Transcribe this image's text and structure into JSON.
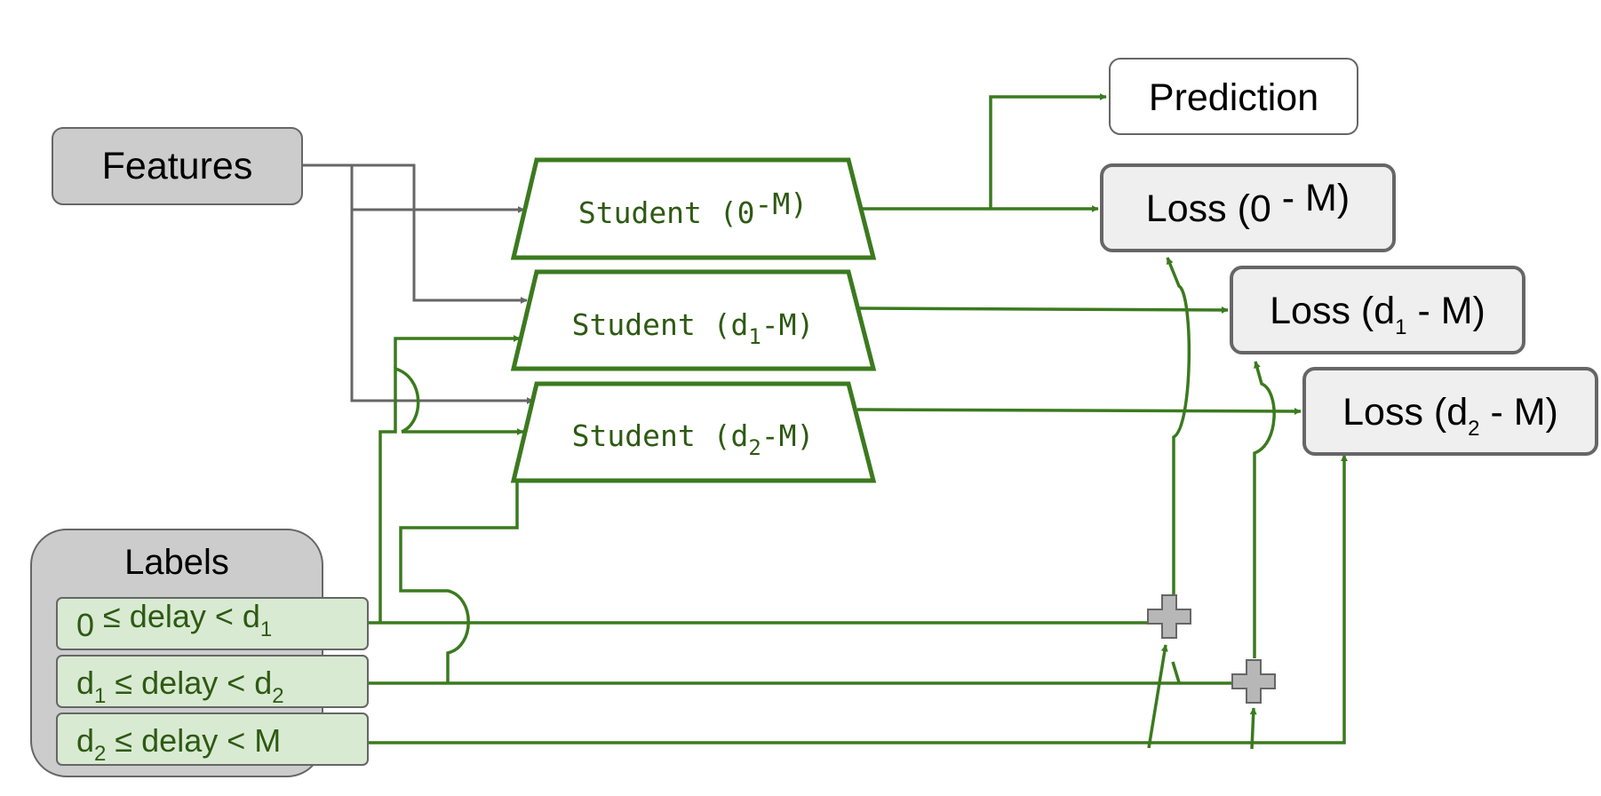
{
  "colors": {
    "green": "#3b7a1e",
    "gray_line": "#666666",
    "features_fill": "#cccccc",
    "loss_fill": "#efefef",
    "label_fill": "#d9ead3",
    "labels_panel_fill": "#cccccc",
    "plus_fill": "#b7b7b7"
  },
  "features": {
    "label": "Features"
  },
  "prediction": {
    "label": "Prediction"
  },
  "students": [
    {
      "prefix": "Student (",
      "var": "0",
      "sub": "",
      "suffix": "-M)"
    },
    {
      "prefix": "Student (",
      "var": "d",
      "sub": "1",
      "suffix": "-M)"
    },
    {
      "prefix": "Student (",
      "var": "d",
      "sub": "2",
      "suffix": "-M)"
    }
  ],
  "losses": [
    {
      "prefix": "Loss (",
      "var": "0",
      "sub": "",
      "suffix": " - M)"
    },
    {
      "prefix": "Loss (",
      "var": "d",
      "sub": "1",
      "suffix": " - M)"
    },
    {
      "prefix": "Loss (",
      "var": "d",
      "sub": "2",
      "suffix": " - M)"
    }
  ],
  "labels": {
    "title": "Labels",
    "items": [
      {
        "lhs": "0",
        "lhs_sub": "",
        "mid": " ≤ delay < ",
        "rhs": "d",
        "rhs_sub": "1"
      },
      {
        "lhs": "d",
        "lhs_sub": "1",
        "mid": " ≤ delay < ",
        "rhs": "d",
        "rhs_sub": "2"
      },
      {
        "lhs": "d",
        "lhs_sub": "2",
        "mid": " ≤ delay < ",
        "rhs": "M",
        "rhs_sub": ""
      }
    ]
  },
  "icons": {
    "sum": "plus-icon"
  }
}
